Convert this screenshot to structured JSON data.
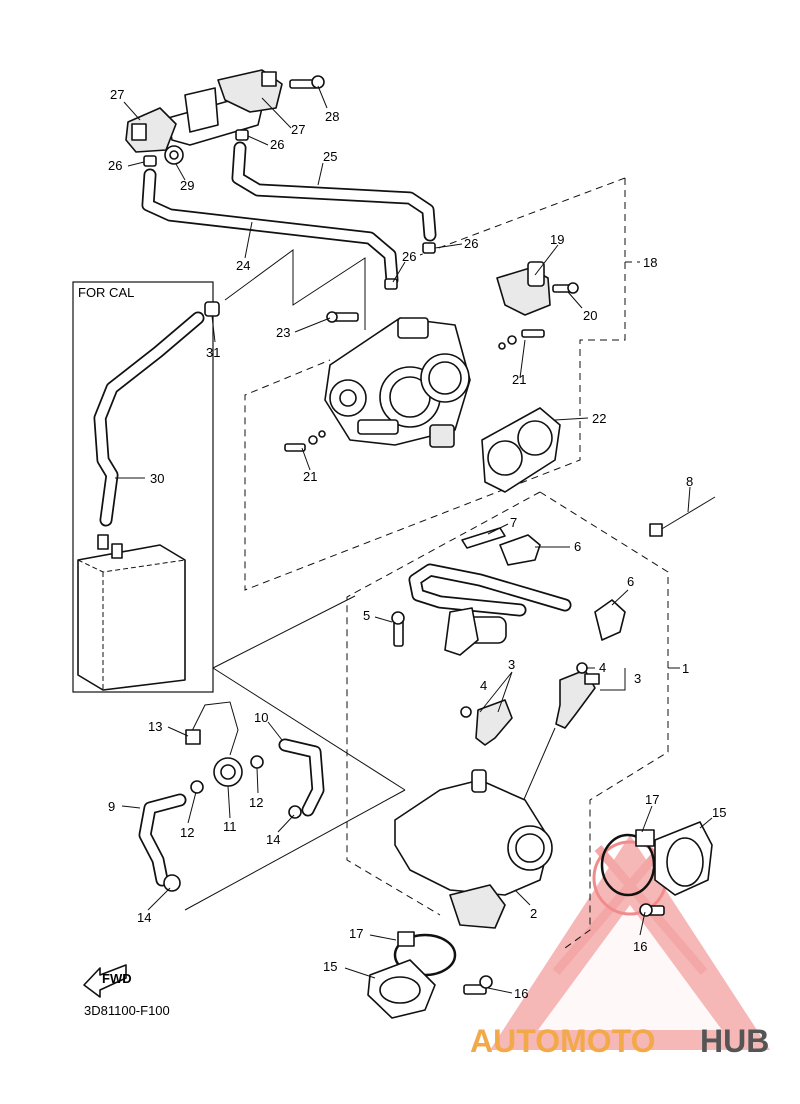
{
  "diagram": {
    "inset_label": "FOR CAL",
    "fwd_label": "FWD",
    "diagram_code": "3D81100-F100",
    "watermark": {
      "text_a": "AUTOMOTO",
      "text_b": "HUB",
      "color_a": "#f2a94a",
      "color_b": "#555555",
      "logo_color": "#f08a8a"
    },
    "callouts": [
      "27",
      "27",
      "28",
      "26",
      "29",
      "26",
      "25",
      "26",
      "24",
      "19",
      "18",
      "26",
      "23",
      "20",
      "31",
      "21",
      "22",
      "21",
      "30",
      "8",
      "7",
      "6",
      "6",
      "5",
      "1",
      "3",
      "4",
      "4",
      "3",
      "13",
      "10",
      "9",
      "12",
      "11",
      "12",
      "14",
      "17",
      "15",
      "14",
      "2",
      "16",
      "17",
      "15",
      "16"
    ]
  }
}
